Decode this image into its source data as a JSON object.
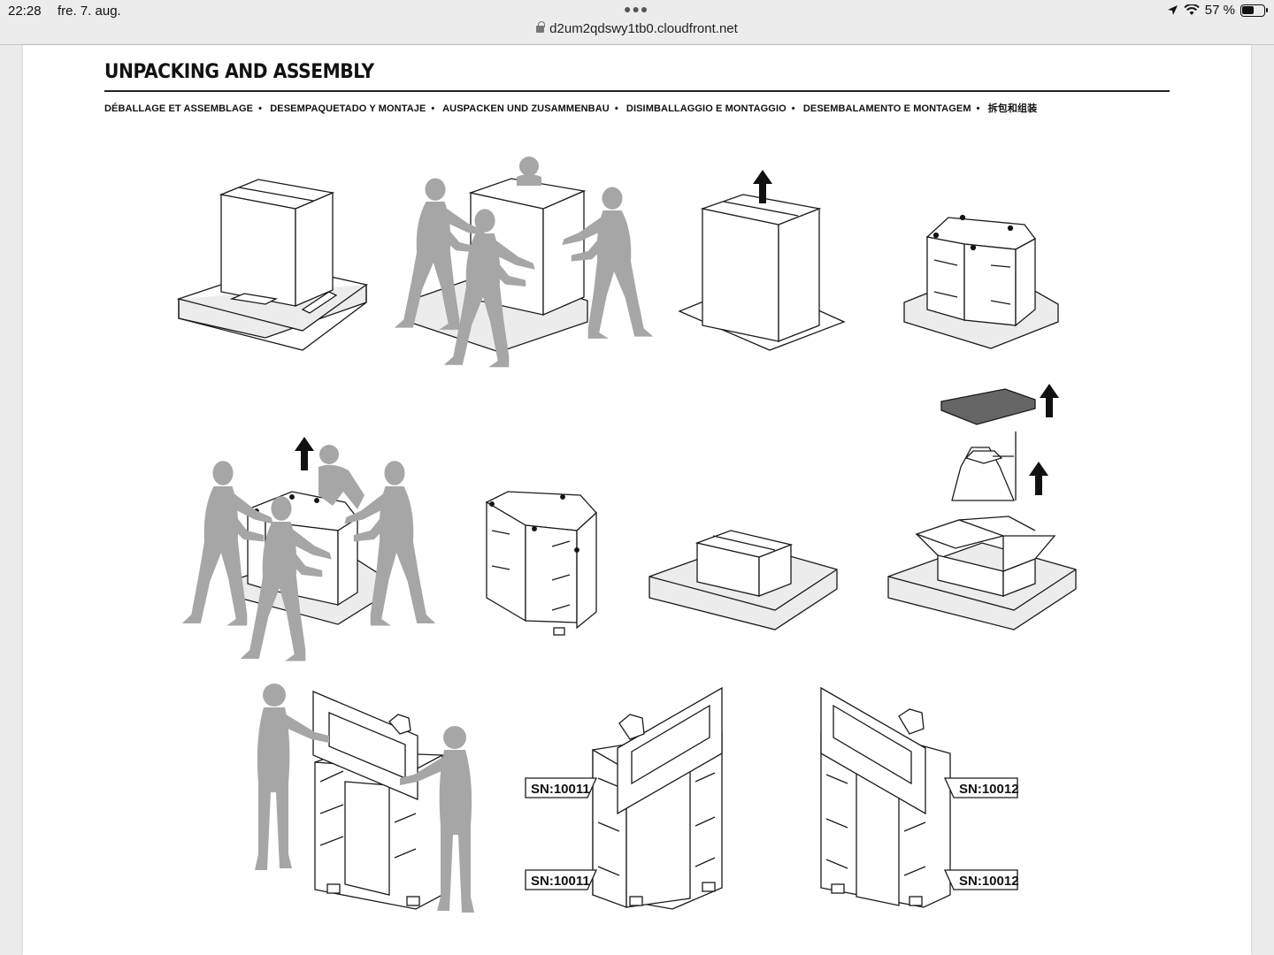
{
  "status": {
    "time": "22:28",
    "date": "fre. 7. aug.",
    "battery": "57 %",
    "battery_level": 0.57
  },
  "browser": {
    "url": "d2um2qdswy1tb0.cloudfront.net"
  },
  "document": {
    "title": "UNPACKING AND ASSEMBLY",
    "subtitles": [
      "DÉBALLAGE ET ASSEMBLAGE",
      "DESEMPAQUETADO Y MONTAJE",
      "AUSPACKEN UND ZUSAMMENBAU",
      "DISIMBALLAGGIO E MONTAGGIO",
      "DESEMBALAMENTO E MONTAGEM",
      "拆包和组装"
    ],
    "serial_labels": {
      "left_top": "SN:10011",
      "left_bottom": "SN:10011",
      "right_top": "SN:10012",
      "right_bottom": "SN:10012"
    }
  },
  "colors": {
    "figure_gray": "#a6a6a6",
    "pallet_fill": "#ececec",
    "line": "#1a1a1a"
  }
}
